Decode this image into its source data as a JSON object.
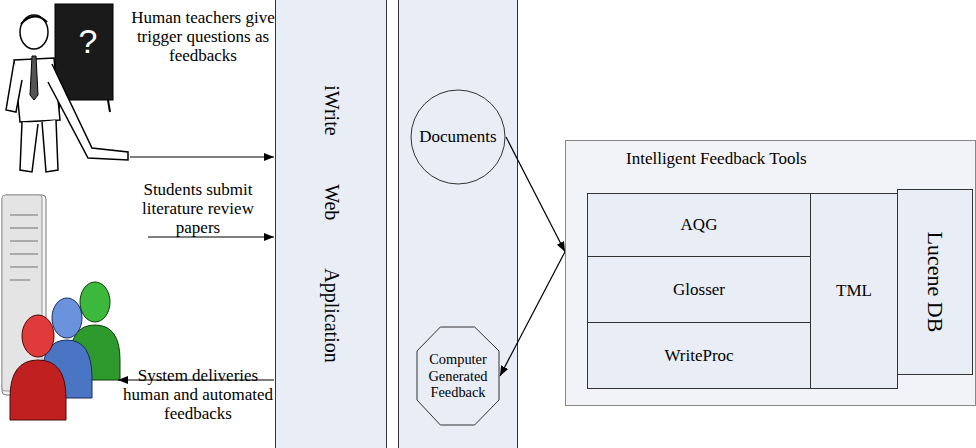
{
  "diagram": {
    "nodes": [
      {
        "text": [
          "iWrite Web Application"
        ]
      },
      {
        "text": [
          "Documents"
        ]
      },
      {
        "text": [
          "Computer Generated Feedback"
        ]
      },
      {
        "text": [
          "Intelligent Feedback Tools"
        ]
      },
      {
        "text": [
          "AQG"
        ],
        "in": 3
      },
      {
        "text": [
          "Glosser"
        ],
        "in": 3
      },
      {
        "text": [
          "WriteProc"
        ],
        "in": 3
      },
      {
        "text": [
          "TML"
        ],
        "in": 3
      },
      {
        "text": [
          "Lucene DB"
        ],
        "in": 3
      }
    ],
    "edges": [
      {
        "from": 1,
        "to": 3,
        "arrow": "to"
      },
      {
        "from": 3,
        "to": 2,
        "arrow": "to"
      }
    ],
    "labels": [
      "Human teachers give trigger questions as feedbacks",
      "Students submit literature review papers",
      "System deliveries human and automated feedbacks",
      "?"
    ]
  }
}
